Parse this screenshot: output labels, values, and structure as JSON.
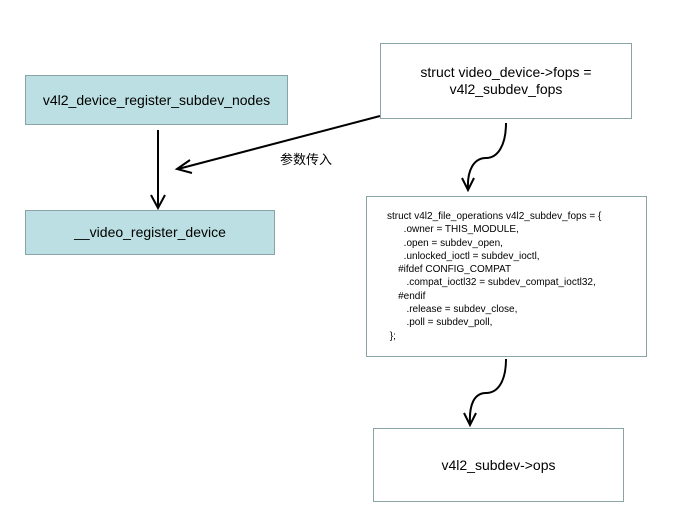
{
  "nodes": {
    "register_nodes": {
      "label": "v4l2_device_register_subdev_nodes"
    },
    "video_register": {
      "label": "__video_register_device"
    },
    "fops_assign": {
      "label_lines": [
        "struct video_device->fops =",
        "v4l2_subdev_fops"
      ]
    },
    "fops_struct": {
      "code_lines": [
        "struct v4l2_file_operations v4l2_subdev_fops = {",
        "      .owner = THIS_MODULE,",
        "      .open = subdev_open,",
        "      .unlocked_ioctl = subdev_ioctl,",
        "    #ifdef CONFIG_COMPAT",
        "       .compat_ioctl32 = subdev_compat_ioctl32,",
        "    #endif",
        "       .release = subdev_close,",
        "       .poll = subdev_poll,",
        " };"
      ]
    },
    "subdev_ops": {
      "label": "v4l2_subdev->ops"
    }
  },
  "edges": {
    "param_label": "参数传入"
  },
  "colors": {
    "node_fill_teal": "#bbdfe2",
    "node_border": "#8aa3a6",
    "arrow": "#000000"
  }
}
